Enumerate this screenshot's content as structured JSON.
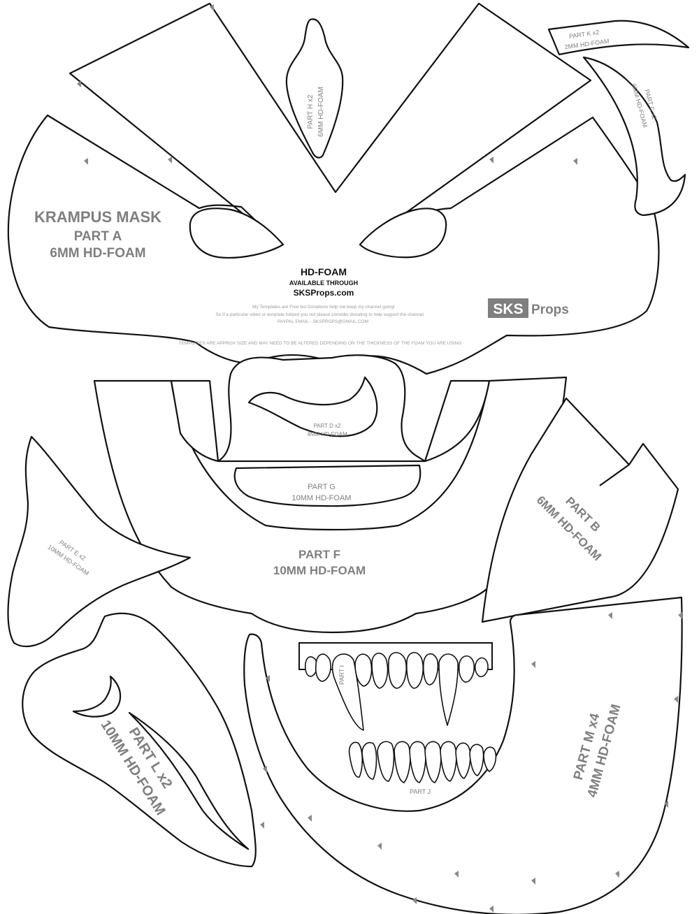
{
  "title": "KRAMPUS MASK",
  "brand": {
    "box": "SKS",
    "word": "Props",
    "box_color": "#7f7f7f"
  },
  "promo": {
    "headline": "HD-FOAM",
    "line1": "AVAILABLE THROUGH",
    "line2": "SKSProps.com"
  },
  "notes": {
    "donation1": "My Templates are Free but Donations help me keep my channel going!",
    "donation2": "So if a particular video or template helped you out please consider donating to help support the channel.",
    "paypal": "PAYPAL EMAIL - SKSPROPS@GMAIL.COM",
    "disclaimer": "TEMPLATES ARE APPROX SIZE AND MAY NEED TO BE ALTERED DEPENDING ON THE THICKNESS OF THE FOAM YOU ARE USING"
  },
  "parts": {
    "a": {
      "name": "PART A",
      "spec": "6MM HD-FOAM"
    },
    "b": {
      "name": "PART B",
      "spec": "6MM HD-FOAM"
    },
    "c": {
      "name": "PART C x2",
      "spec": "6MM HD-FOAM"
    },
    "d": {
      "name": "PART D x2",
      "spec": "4MM HD-FOAM"
    },
    "e": {
      "name": "PART E x2",
      "spec": "10MM HD-FOAM"
    },
    "f": {
      "name": "PART F",
      "spec": "10MM HD-FOAM"
    },
    "g": {
      "name": "PART G",
      "spec": "10MM HD-FOAM"
    },
    "h": {
      "name": "PART H x2",
      "spec": "6MM HD-FOAM"
    },
    "i": {
      "name": "PART I"
    },
    "j": {
      "name": "PART J"
    },
    "k": {
      "name": "PART K x2",
      "spec": "2MM HD-FOAM"
    },
    "l": {
      "name": "PART L x2",
      "spec": "10MM HD-FOAM"
    },
    "m": {
      "name": "PART M x4",
      "spec": "4MM HD-FOAM"
    }
  },
  "colors": {
    "outline": "#111111",
    "label": "#7f7f7f",
    "notch": "#888888"
  }
}
